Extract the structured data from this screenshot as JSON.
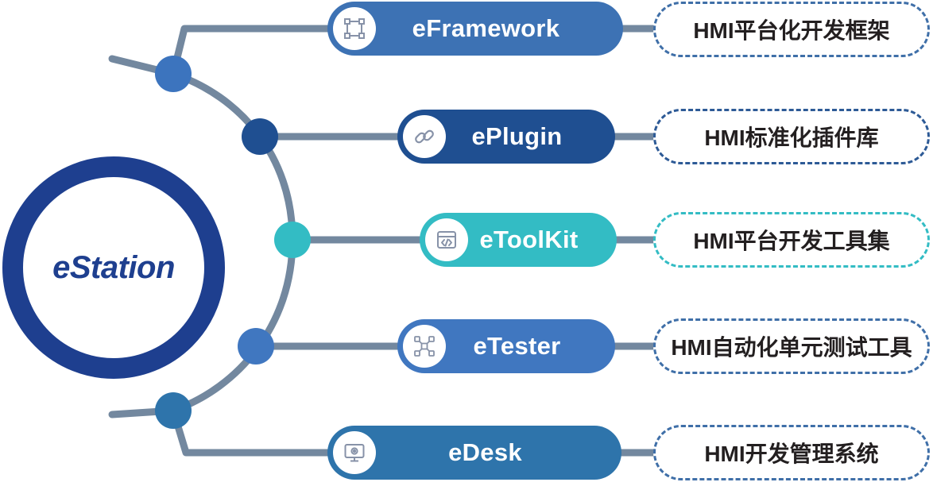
{
  "diagram": {
    "title": "eStation",
    "hub": {
      "label": "eStation",
      "ring_color": "#1e3f8f",
      "text_color": "#1e3f8f"
    },
    "connector_color": "#73889f",
    "nodes": [
      {
        "id": "eframework",
        "label": "eFramework",
        "icon": "bounding-box-icon",
        "pill_color": "#3d72b4",
        "dot_color": "#3c74be",
        "description": "HMI平台化开发框架",
        "desc_border_color": "#3f6fa8"
      },
      {
        "id": "eplugin",
        "label": "ePlugin",
        "icon": "link-chain-icon",
        "pill_color": "#1f4f91",
        "dot_color": "#1f4f91",
        "description": "HMI标准化插件库",
        "desc_border_color": "#2d5a96"
      },
      {
        "id": "etoolkit",
        "label": "eToolKit",
        "icon": "code-window-icon",
        "pill_color": "#33bcc4",
        "dot_color": "#33bcc4",
        "description": "HMI平台开发工具集",
        "desc_border_color": "#33bcc4"
      },
      {
        "id": "etester",
        "label": "eTester",
        "icon": "network-nodes-icon",
        "pill_color": "#4077c0",
        "dot_color": "#4077c0",
        "description": "HMI自动化单元测试工具",
        "desc_border_color": "#3f6fa8"
      },
      {
        "id": "edesk",
        "label": "eDesk",
        "icon": "monitor-gear-icon",
        "pill_color": "#2e74ab",
        "dot_color": "#2e74ab",
        "description": "HMI开发管理系统",
        "desc_border_color": "#3f6fa8"
      }
    ]
  }
}
